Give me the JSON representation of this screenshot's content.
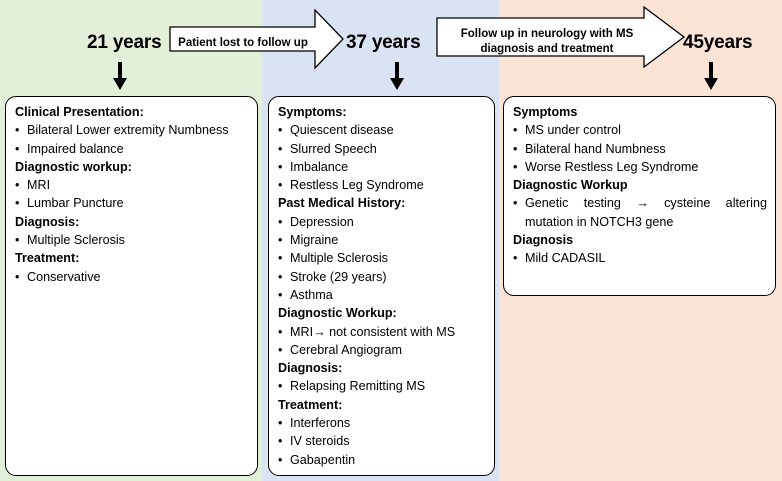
{
  "timeline": [
    {
      "age": "21 years",
      "sections": [
        {
          "title": "Clinical Presentation:",
          "items": [
            "Bilateral Lower extremity Numbness",
            "Impaired balance"
          ]
        },
        {
          "title": "Diagnostic workup:",
          "items": [
            "MRI",
            "Lumbar Puncture"
          ]
        },
        {
          "title": "Diagnosis:",
          "items": [
            "Multiple Sclerosis"
          ]
        },
        {
          "title": "Treatment:",
          "items": [
            "Conservative"
          ]
        }
      ]
    },
    {
      "age": "37 years",
      "sections": [
        {
          "title": "Symptoms:",
          "items": [
            "Quiescent disease",
            "Slurred Speech",
            "Imbalance",
            "Restless Leg Syndrome"
          ]
        },
        {
          "title": "Past Medical History:",
          "items": [
            "Depression",
            "Migraine",
            "Multiple Sclerosis",
            "Stroke (29 years)",
            "Asthma"
          ]
        },
        {
          "title": "Diagnostic Workup:",
          "items": [
            "MRI→ not consistent with MS",
            "Cerebral Angiogram"
          ]
        },
        {
          "title": "Diagnosis:",
          "items": [
            "Relapsing Remitting MS"
          ]
        },
        {
          "title": "Treatment:",
          "items": [
            "Interferons",
            "IV steroids",
            "Gabapentin"
          ]
        }
      ]
    },
    {
      "age": "45years",
      "sections": [
        {
          "title": "Symptoms",
          "items": [
            "MS under control",
            "Bilateral hand Numbness",
            "Worse Restless Leg Syndrome"
          ]
        },
        {
          "title": "Diagnostic Workup",
          "items": [
            "Genetic testing → cysteine altering mutation in NOTCH3 gene"
          ]
        },
        {
          "title": "Diagnosis",
          "items": [
            "Mild CADASIL"
          ]
        }
      ]
    }
  ],
  "transitions": [
    {
      "label": "Patient lost to follow up"
    },
    {
      "line1": "Follow up in neurology with MS",
      "line2": "diagnosis and treatment"
    }
  ],
  "colors": {
    "panel_1": "#e2efd9",
    "panel_2": "#dae3f3",
    "panel_3": "#fbe4d5"
  }
}
